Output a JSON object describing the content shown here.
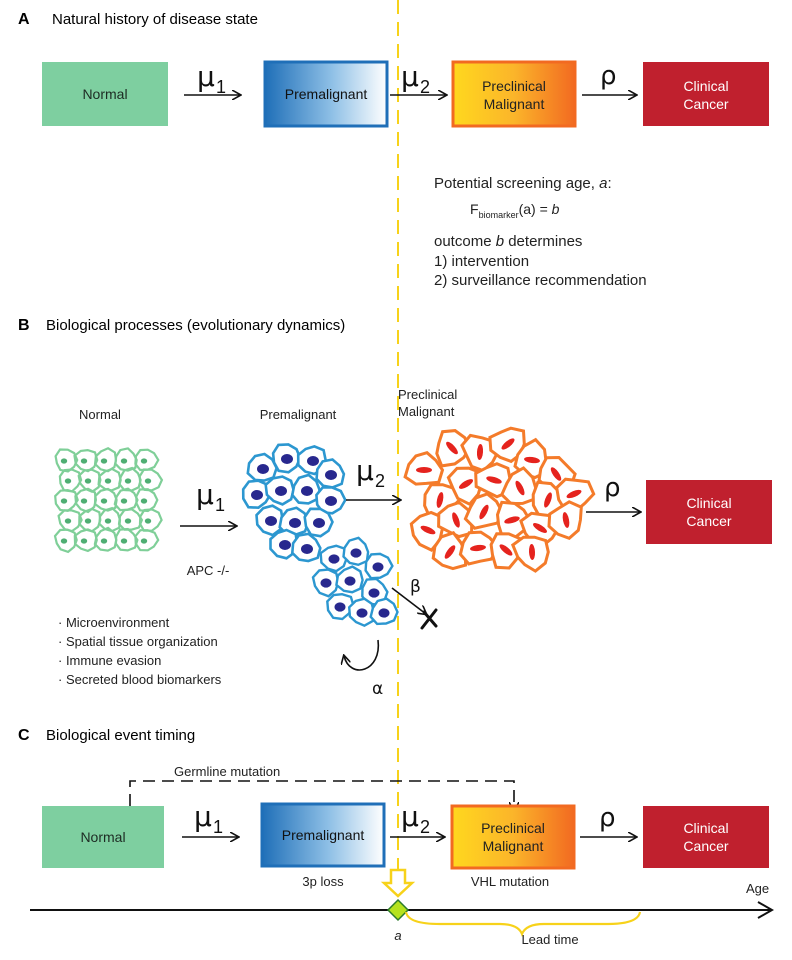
{
  "section_a": {
    "letter": "A",
    "title": "Natural history of disease state",
    "states": {
      "normal": "Normal",
      "premalignant": "Premalignant",
      "preclinical_line1": "Preclinical",
      "preclinical_line2": "Malignant",
      "clinical_line1": "Clinical",
      "clinical_line2": "Cancer"
    },
    "rates": {
      "mu": "μ",
      "sub1": "1",
      "sub2": "2",
      "rho": "ρ"
    },
    "screening": {
      "heading_prefix": "Potential screening age, ",
      "heading_var": "a",
      "heading_suffix": ":",
      "formula_f": "F",
      "formula_sub": "biomarker",
      "formula_arg": "(a)",
      "formula_eq": " = ",
      "formula_b": "b",
      "outcome_prefix": "outcome ",
      "outcome_var": "b",
      "outcome_suffix": " determines",
      "item1": "1) intervention",
      "item2": "2) surveillance recommendation"
    }
  },
  "section_b": {
    "letter": "B",
    "title": "Biological processes (evolutionary dynamics)",
    "normal": "Normal",
    "premalignant": "Premalignant",
    "preclinical_line1": "Preclinical",
    "preclinical_line2": "Malignant",
    "clinical_line1": "Clinical",
    "clinical_line2": "Cancer",
    "apc": "APC -/-",
    "beta": "β",
    "alpha": "α",
    "factors": [
      "· Microenvironment",
      "· Spatial tissue organization",
      "· Immune evasion",
      "· Secreted blood biomarkers"
    ]
  },
  "section_c": {
    "letter": "C",
    "title": "Biological event timing",
    "germline": "Germline mutation",
    "normal": "Normal",
    "premalignant": "Premalignant",
    "preclinical_line1": "Preclinical",
    "preclinical_line2": "Malignant",
    "clinical_line1": "Clinical",
    "clinical_line2": "Cancer",
    "event_3p": "3p loss",
    "event_vhl": "VHL mutation",
    "axis_label": "Age",
    "marker_label": "a",
    "lead_time": "Lead time"
  },
  "colors": {
    "normal_fill": "#7ecfa0",
    "premalignant_blue": "#2a7fc4",
    "preclinical_yellow": "#ffd21f",
    "preclinical_orange": "#f26a21",
    "clinical_red": "#c0202e",
    "guide_yellow": "#f7d21a",
    "normal_cell": "#7fcf98",
    "premalignant_cell": "#2c97d0",
    "nucleus": "#28288e",
    "malignant_cell": "#f47b2a",
    "malignant_nucleus": "#e5231e"
  }
}
